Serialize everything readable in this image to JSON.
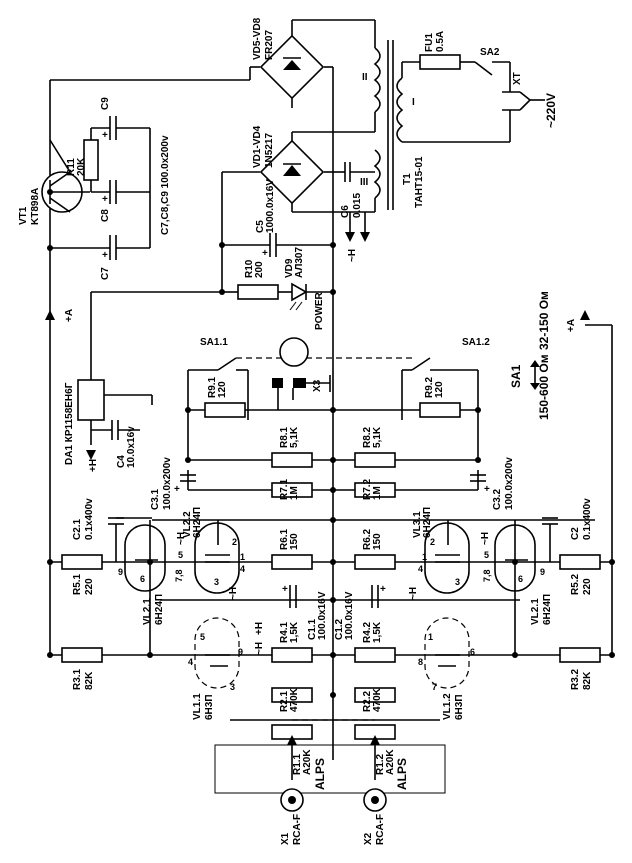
{
  "labels": {
    "vd5": "VD5-VD8",
    "fr207": "FR207",
    "vd1": "VD1-VD4",
    "n5217": "1N5217",
    "fu1": "FU1",
    "fu1v": "0.5A",
    "sa2": "SA2",
    "xt": "XT",
    "v220": "~220V",
    "t1": "T1",
    "t1v": "ТАНТ15-01",
    "wI": "I",
    "wII": "II",
    "wIII": "III",
    "c6": "C6",
    "c6v": "0.015",
    "c5": "C5",
    "c5v": "1000.0x16V",
    "h1": "~H",
    "vt1": "VT1",
    "vt1v": "KT898A",
    "r11": "R11",
    "r11v": "20K",
    "c9": "C9",
    "c8": "C8",
    "c7": "C7",
    "c789": "C7,C8,C9   100.0x200v",
    "r10": "R10",
    "r10v": "200",
    "vd9": "VD9",
    "vd9v": "АЛ307",
    "power": "POWER",
    "plusA": "+A",
    "plusA2": "+A",
    "sa11": "SA1.1",
    "sa12": "SA1.2",
    "x3": "X3",
    "sa1": "SA1",
    "r150": "150-600 Ом",
    "r32": "32-150 Ом",
    "da1": "DA1 КР1158ЕН6Г",
    "plusH": "+H",
    "c4": "C4",
    "c4v": "10.0x16v",
    "r91": "R9.1",
    "r91v": "120",
    "r92": "R9.2",
    "r92v": "120",
    "r81": "R8.1",
    "r81v": "5,1K",
    "r82": "R8.2",
    "r82v": "5,1K",
    "c31": "C3.1",
    "c31v": "100.0x200v",
    "c32": "C3.2",
    "c32v": "100.0x200v",
    "r71": "R7.1",
    "r71v": "1M",
    "r72": "R7.2",
    "r72v": "1M",
    "c21": "C2.1",
    "c21v": "0.1x400v",
    "c22": "C2",
    "c22v": "0.1x400v",
    "vl22": "VL2.2",
    "vl22v": "6H24П",
    "vl31": "VL3.1",
    "vl31v": "6H24П",
    "r61": "R6.1",
    "r61v": "150",
    "r62": "R6.2",
    "r62v": "150",
    "r51": "R5.1",
    "r51v": "220",
    "r52": "R5.2",
    "r52v": "220",
    "vl21": "VL2.1",
    "vl21v": "6H24П",
    "vl21b": "VL2.1",
    "vl21bv": "6H24П",
    "c11": "C1.1",
    "c11v": "100.0x16V",
    "c12": "C1.2",
    "c12v": "100.0x16V",
    "r31": "R3.1",
    "r31v": "82K",
    "r32n": "R3.2",
    "r32v": "82K",
    "r41": "R4.1",
    "r41v": "1,5K",
    "r42": "R4.2",
    "r42v": "1,5K",
    "r21": "R2.1",
    "r21v": "470K",
    "r22": "R2.2",
    "r22v": "470K",
    "vl11": "VL1.1",
    "vl11v": "6H3П",
    "vl12": "VL1.2",
    "vl12v": "6H3П",
    "r11p": "R1.1",
    "r11pv": "A20K",
    "alps1": "ALPS",
    "r12p": "R1.2",
    "r12pv": "A20K",
    "alps2": "ALPS",
    "x1": "X1",
    "x1v": "RCA-F",
    "x2": "X2",
    "x2v": "RCA-F",
    "hA": "~H",
    "hB": "~H",
    "hC": "~H",
    "hD": "~H",
    "hE": "~H",
    "plusH2": "+H",
    "p5": "5",
    "p9": "9",
    "p6": "6",
    "p78": "7,8",
    "p4": "4",
    "p2": "2",
    "p1": "1",
    "p3": "3",
    "q5": "5",
    "q9": "9",
    "q6": "6",
    "q78": "7,8",
    "q4": "4",
    "q2": "2",
    "q1": "1",
    "q3": "3",
    "s5": "5",
    "s4": "4",
    "s3": "3",
    "s9": "9",
    "s1": "1",
    "s8": "8",
    "s7": "7",
    "s6": "6"
  }
}
